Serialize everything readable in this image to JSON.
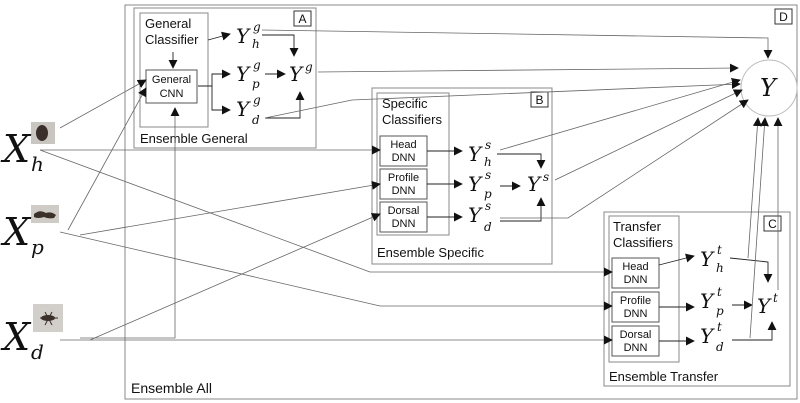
{
  "panels": {
    "all": {
      "tag": "D",
      "caption": "Ensemble All"
    },
    "general": {
      "tag": "A",
      "title_line1": "General",
      "title_line2": "Classifier",
      "cnn_line1": "General",
      "cnn_line2": "CNN",
      "caption": "Ensemble General"
    },
    "specific": {
      "tag": "B",
      "title_line1": "Specific",
      "title_line2": "Classifiers",
      "caption": "Ensemble Specific"
    },
    "transfer": {
      "tag": "C",
      "title_line1": "Transfer",
      "title_line2": "Classifiers",
      "caption": "Ensemble Transfer"
    }
  },
  "dnn_boxes": {
    "specific": [
      {
        "line1": "Head",
        "line2": "DNN"
      },
      {
        "line1": "Profile",
        "line2": "DNN"
      },
      {
        "line1": "Dorsal",
        "line2": "DNN"
      }
    ],
    "transfer": [
      {
        "line1": "Head",
        "line2": "DNN"
      },
      {
        "line1": "Profile",
        "line2": "DNN"
      },
      {
        "line1": "Dorsal",
        "line2": "DNN"
      }
    ]
  },
  "inputs": [
    {
      "symbol": "X",
      "subscript": "h"
    },
    {
      "symbol": "X",
      "subscript": "p"
    },
    {
      "symbol": "X",
      "subscript": "d"
    }
  ],
  "outputs": {
    "general": [
      {
        "symbol": "Y",
        "sup": "g",
        "sub": "h"
      },
      {
        "symbol": "Y",
        "sup": "g",
        "sub": "p"
      },
      {
        "symbol": "Y",
        "sup": "g",
        "sub": "d"
      }
    ],
    "general_ensemble": {
      "symbol": "Y",
      "sup": "g"
    },
    "specific": [
      {
        "symbol": "Y",
        "sup": "s",
        "sub": "h"
      },
      {
        "symbol": "Y",
        "sup": "s",
        "sub": "p"
      },
      {
        "symbol": "Y",
        "sup": "s",
        "sub": "d"
      }
    ],
    "specific_ensemble": {
      "symbol": "Y",
      "sup": "s"
    },
    "transfer": [
      {
        "symbol": "Y",
        "sup": "t",
        "sub": "h"
      },
      {
        "symbol": "Y",
        "sup": "t",
        "sub": "p"
      },
      {
        "symbol": "Y",
        "sup": "t",
        "sub": "d"
      }
    ],
    "transfer_ensemble": {
      "symbol": "Y",
      "sup": "t"
    },
    "final": {
      "symbol": "Y"
    }
  },
  "colors": {
    "stroke": "#8a8a8a",
    "text": "#111111",
    "arrow": "#111111"
  }
}
